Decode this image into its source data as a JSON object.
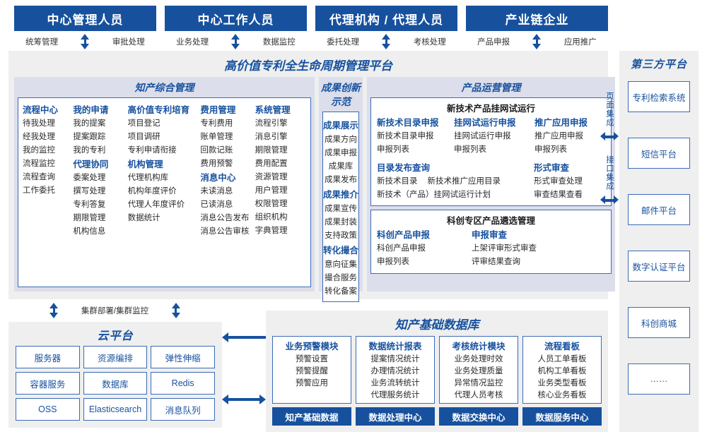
{
  "roles": [
    {
      "title": "中心管理人员",
      "left": "统筹管理",
      "right": "审批处理"
    },
    {
      "title": "中心工作人员",
      "left": "业务处理",
      "right": "数据监控"
    },
    {
      "title": "代理机构 / 代理人员",
      "left": "委托处理",
      "right": "考核处理"
    },
    {
      "title": "产业链企业",
      "left": "产品申报",
      "right": "应用推广"
    }
  ],
  "platform": {
    "title": "高价值专利全生命周期管理平台",
    "zhichan": {
      "header": "知产综合管理",
      "columns": [
        {
          "groups": [
            {
              "title": "流程中心",
              "items": [
                "待我处理",
                "经我处理",
                "我的监控",
                "流程监控",
                "流程查询",
                "工作委托"
              ]
            }
          ]
        },
        {
          "groups": [
            {
              "title": "我的申请",
              "items": [
                "我的提案",
                "提案跟踪",
                "我的专利"
              ]
            },
            {
              "title": "代理协同",
              "items": [
                "委案处理",
                "撰写处理",
                "专利答复",
                "期限管理",
                "机构信息"
              ]
            }
          ]
        },
        {
          "groups": [
            {
              "title": "高价值专利培育",
              "items": [
                "项目登记",
                "项目调研",
                "专利申请衔接"
              ]
            },
            {
              "title": "机构管理",
              "items": [
                "代理机构库",
                "机构年度评价",
                "代理人年度评价",
                "数据统计"
              ]
            }
          ]
        },
        {
          "groups": [
            {
              "title": "费用管理",
              "items": [
                "专利费用",
                "账单管理",
                "回款记账",
                "费用预警"
              ]
            },
            {
              "title": "消息中心",
              "items": [
                "未读消息",
                "已读消息",
                "消息公告发布",
                "消息公告审核"
              ]
            }
          ]
        },
        {
          "groups": [
            {
              "title": "系统管理",
              "items": [
                "流程引擎",
                "消息引擎",
                "期限管理",
                "费用配置",
                "资源管理",
                "用户管理",
                "权限管理",
                "组织机构",
                "字典管理"
              ]
            }
          ]
        }
      ]
    },
    "chengguo": {
      "header": "成果创新示范",
      "groups": [
        {
          "title": "成果展示",
          "items": [
            "成果方向",
            "成果申报",
            "成果库",
            "成果发布"
          ]
        },
        {
          "title": "成果推介",
          "items": [
            "成果宣传",
            "成果封装",
            "支持政策"
          ]
        },
        {
          "title": "转化撮合",
          "items": [
            "意向征集",
            "撮合服务",
            "转化备案"
          ]
        }
      ]
    },
    "chanpin": {
      "header": "产品运营管理",
      "box1": {
        "header": "新技术产品挂网试运行",
        "row1": [
          {
            "title": "新技术目录申报",
            "items": [
              "新技术目录申报",
              "申报列表"
            ]
          },
          {
            "title": "挂网试运行申报",
            "items": [
              "挂网试运行申报",
              "申报列表"
            ]
          },
          {
            "title": "推广应用申报",
            "items": [
              "推广应用申报",
              "申报列表"
            ]
          }
        ],
        "row2_left": {
          "title": "目录发布查询",
          "line1a": "新技术目录",
          "line1b": "新技术推广应用目录",
          "line2": "新技术（产品）挂网试运行计划"
        },
        "row2_right": {
          "title": "形式审查",
          "items": [
            "形式审查处理",
            "审查结果查看"
          ]
        }
      },
      "box2": {
        "header": "科创专区产品遴选管理",
        "row": [
          {
            "title": "科创产品申报",
            "items": [
              "科创产品申报",
              "申报列表"
            ]
          },
          {
            "title": "申报审查",
            "items": [
              "上架评审形式审查",
              "评审结果查询"
            ]
          }
        ]
      }
    }
  },
  "integration": {
    "page": "页面集成",
    "api": "接口集成"
  },
  "third_party": {
    "title": "第三方平台",
    "items": [
      "专利检索系统",
      "短信平台",
      "邮件平台",
      "数字认证平台",
      "科创商城",
      "……"
    ]
  },
  "cluster_label": "集群部署/集群监控",
  "cloud": {
    "title": "云平台",
    "cells": [
      "服务器",
      "资源编排",
      "弹性伸缩",
      "容器服务",
      "数据库",
      "Redis",
      "OSS",
      "Elasticsearch",
      "消息队列"
    ]
  },
  "database": {
    "title": "知产基础数据库",
    "columns": [
      {
        "title": "业务预警模块",
        "items": [
          "预警设置",
          "预警提醒",
          "预警应用"
        ],
        "footer": "知产基础数据"
      },
      {
        "title": "数据统计报表",
        "items": [
          "提案情况统计",
          "办理情况统计",
          "业务流转统计",
          "代理服务统计"
        ],
        "footer": "数据处理中心"
      },
      {
        "title": "考核统计模块",
        "items": [
          "业务处理时效",
          "业务处理质量",
          "异常情况监控",
          "代理人员考核"
        ],
        "footer": "数据交换中心"
      },
      {
        "title": "流程看板",
        "items": [
          "人员工单看板",
          "机构工单看板",
          "业务类型看板",
          "核心业务看板"
        ],
        "footer": "数据服务中心"
      }
    ]
  },
  "colors": {
    "brand_blue": "#17519e",
    "border_blue": "#3b6bb5",
    "band": "#dcdeeb",
    "panel_gray": "#efefef"
  }
}
